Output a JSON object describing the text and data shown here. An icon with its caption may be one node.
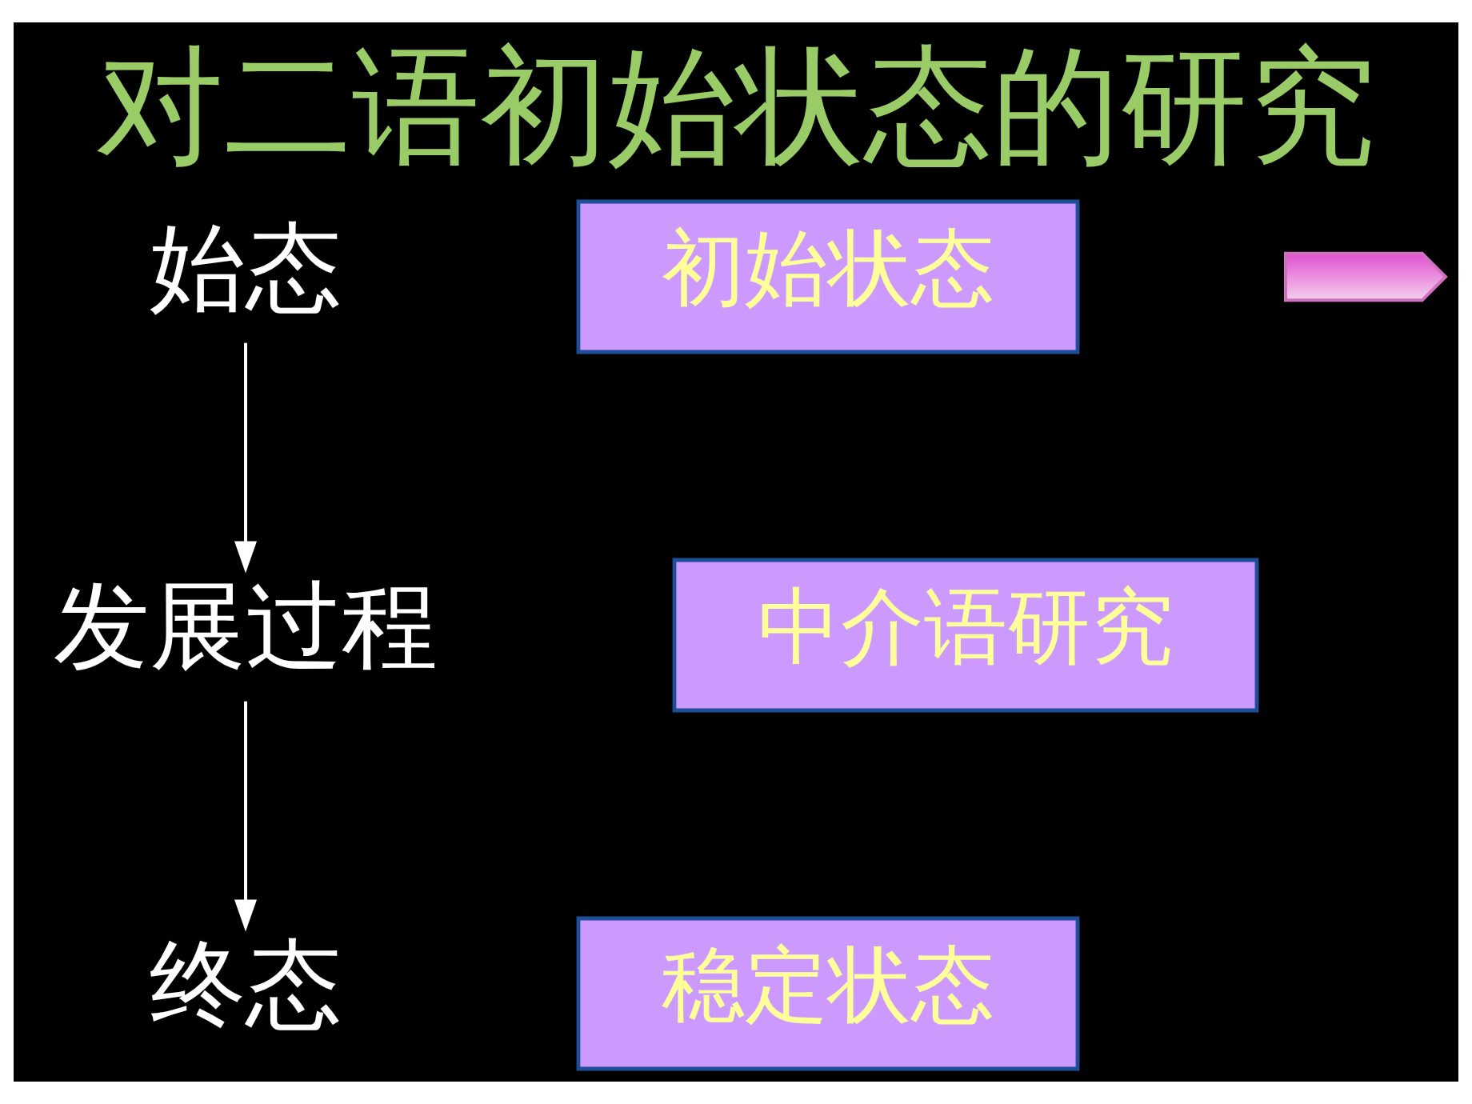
{
  "diagram": {
    "title": "对二语初始状态的研究",
    "nodes": [
      {
        "text": [
          "始态"
        ]
      },
      {
        "text": [
          "初始状态"
        ]
      },
      {
        "text": [],
        "shape": "chevron"
      },
      {
        "text": [
          "发展过程"
        ]
      },
      {
        "text": [
          "中介语研究"
        ]
      },
      {
        "text": [
          "终态"
        ]
      },
      {
        "text": [
          "稳定状态"
        ]
      }
    ],
    "edges": [
      {
        "from": 0,
        "to": 3,
        "arrow": "to"
      },
      {
        "from": 3,
        "to": 5,
        "arrow": "to"
      }
    ]
  }
}
